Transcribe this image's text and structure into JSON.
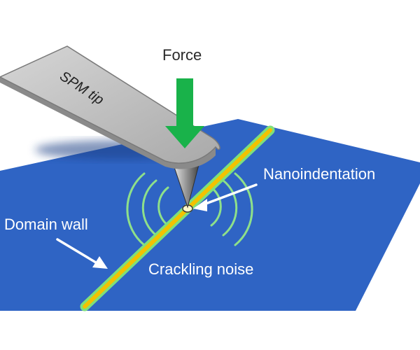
{
  "labels": {
    "force": "Force",
    "spm_tip": "SPM tip",
    "nanoindentation": "Nanoindentation",
    "domain_wall": "Domain wall",
    "crackling_noise": "Crackling noise"
  },
  "colors": {
    "surface": "#2f64c4",
    "domain_wall": "#f2c200",
    "domain_wall_glow": "#7fe07a",
    "force_arrow": "#19b24a",
    "noise_waves": "#8ee08a",
    "cantilever": "#c9c9c9",
    "cantilever_edge": "#8a8a8a"
  },
  "icons": {
    "force": "down-arrow-icon",
    "pointer": "arrow-icon"
  }
}
